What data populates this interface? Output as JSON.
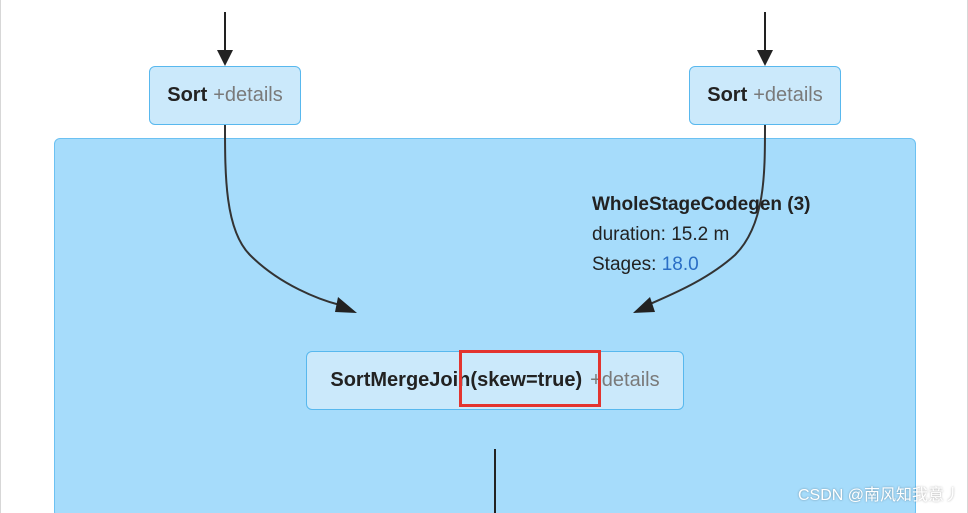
{
  "nodes": {
    "sort_left": {
      "name": "Sort",
      "details": "+details"
    },
    "sort_right": {
      "name": "Sort",
      "details": "+details"
    },
    "sort_merge_join": {
      "name": "SortMergeJoin",
      "params": "(skew=true)",
      "details": "+details"
    }
  },
  "cluster": {
    "title": "WholeStageCodegen (3)",
    "duration_label": "duration: 15.2 m",
    "stages_label": "Stages:",
    "stages_value": "18.0"
  },
  "watermark": "CSDN @南风知我意丿",
  "colors": {
    "cluster_fill": "#a6dcfb",
    "node_fill": "#cbe9fb",
    "node_border": "#58b8ee",
    "highlight": "#e3342f",
    "link": "#2a6ec5"
  }
}
